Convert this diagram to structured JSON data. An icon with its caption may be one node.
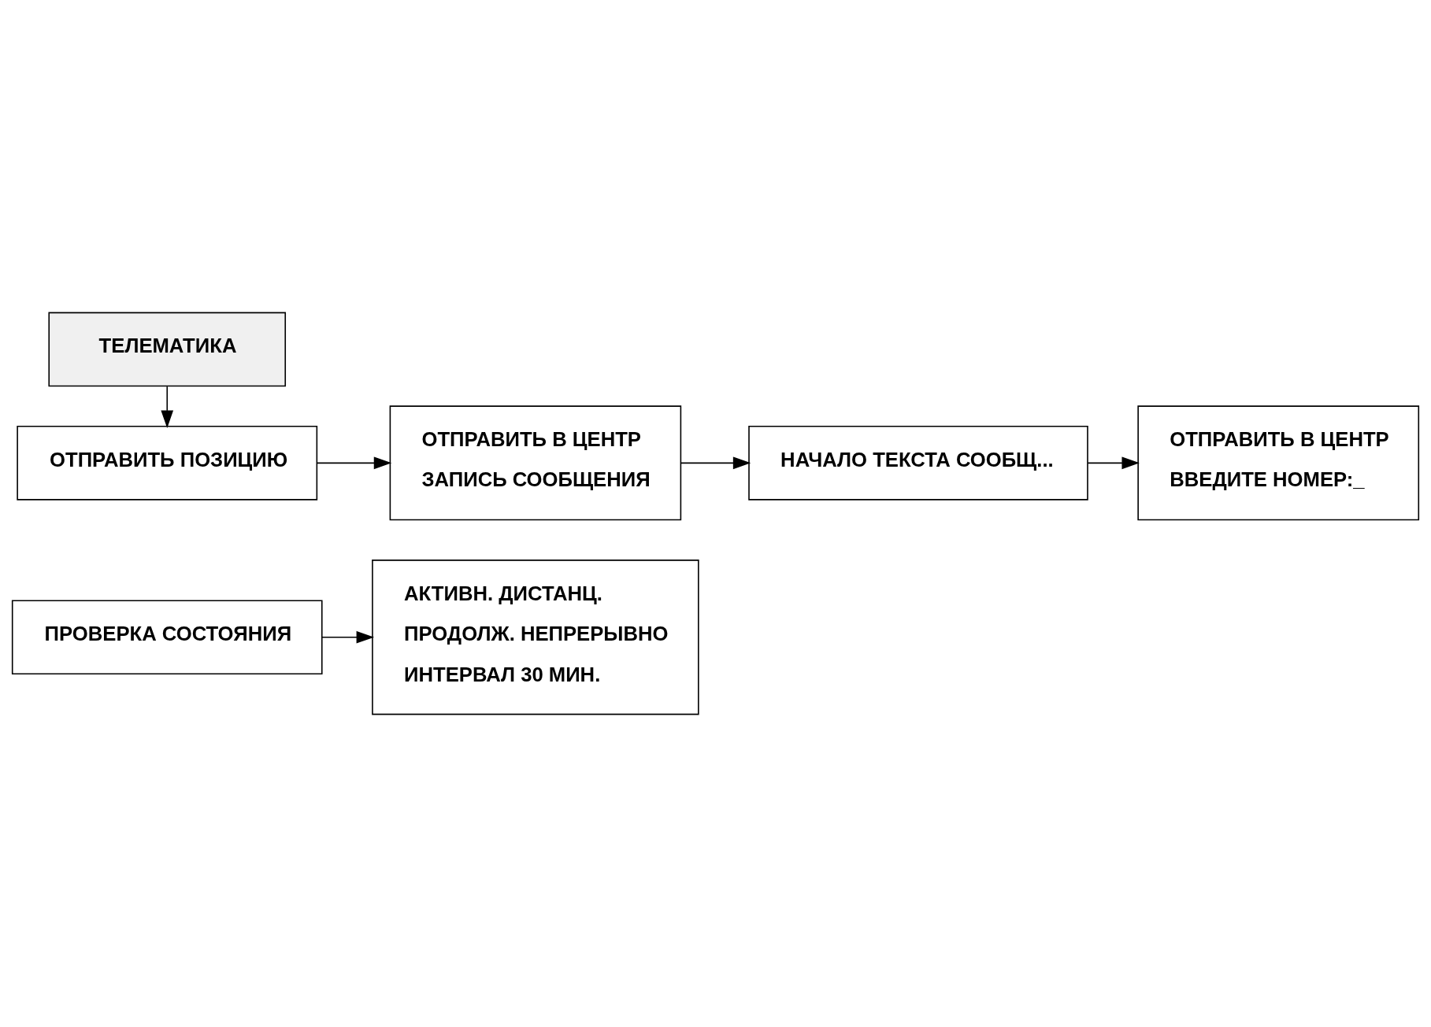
{
  "diagram": {
    "nodes": [
      {
        "text": [
          "ТЕЛЕМАТИКА"
        ]
      },
      {
        "text": [
          "ОТПРАВИТЬ ПОЗИЦИЮ"
        ]
      },
      {
        "text": [
          "ПРОВЕРКА СОСТОЯНИЯ"
        ]
      },
      {
        "text": [
          "ОТПРАВИТЬ В ЦЕНТР",
          "ЗАПИСЬ СООБЩЕНИЯ"
        ]
      },
      {
        "text": [
          "НАЧАЛО ТЕКСТА СООБЩ..."
        ]
      },
      {
        "text": [
          "ОТПРАВИТЬ В ЦЕНТР",
          "ВВЕДИТЕ НОМЕР:_"
        ]
      },
      {
        "text": [
          "АКТИВН. ДИСТАНЦ.",
          "ПРОДОЛЖ. НЕПРЕРЫВНО",
          "ИНТЕРВАЛ 30 МИН."
        ]
      }
    ],
    "edges": [
      {
        "from": 0,
        "to": 1,
        "arrow": "to"
      },
      {
        "from": 1,
        "to": 3,
        "arrow": "to"
      },
      {
        "from": 3,
        "to": 4,
        "arrow": "to"
      },
      {
        "from": 4,
        "to": 5,
        "arrow": "to"
      },
      {
        "from": 2,
        "to": 6,
        "arrow": "to"
      }
    ]
  }
}
